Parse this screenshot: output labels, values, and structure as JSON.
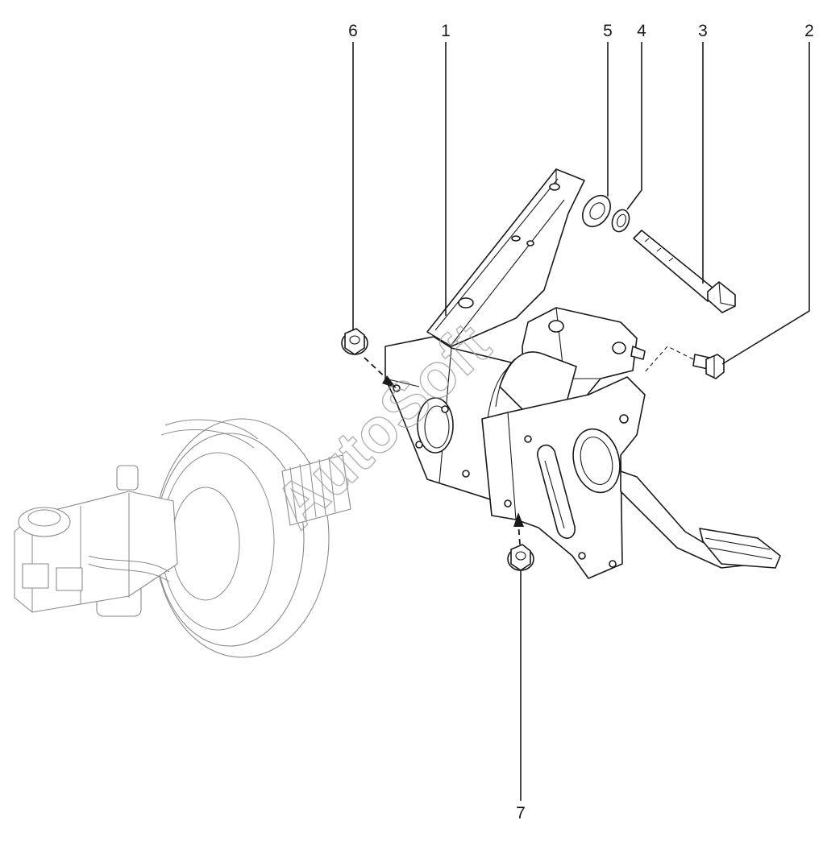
{
  "watermark": "AutoSoft",
  "callouts": [
    {
      "id": "1",
      "label": "1"
    },
    {
      "id": "2",
      "label": "2"
    },
    {
      "id": "3",
      "label": "3"
    },
    {
      "id": "4",
      "label": "4"
    },
    {
      "id": "5",
      "label": "5"
    },
    {
      "id": "6",
      "label": "6"
    },
    {
      "id": "7",
      "label": "7"
    }
  ],
  "colors": {
    "line": "#1a1a1a",
    "ghost": "#8a8a8a",
    "background": "#ffffff"
  }
}
